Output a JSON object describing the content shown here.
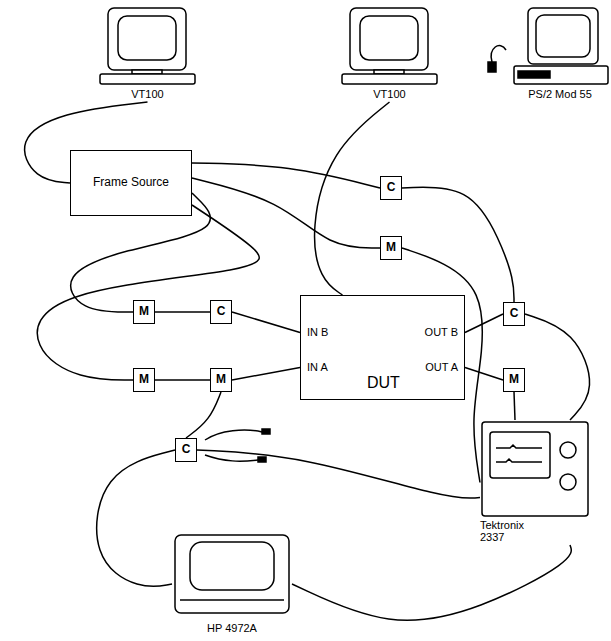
{
  "diagram": {
    "nodes": [
      {
        "text": [
          "VT100"
        ]
      },
      {
        "text": [
          "VT100"
        ]
      },
      {
        "text": [
          "PS/2 Mod 55"
        ]
      },
      {
        "text": [
          "Frame Source"
        ]
      },
      {
        "text": [
          "C"
        ]
      },
      {
        "text": [
          "M"
        ]
      },
      {
        "text": [
          "M"
        ]
      },
      {
        "text": [
          "C"
        ]
      },
      {
        "text": [
          "IN B",
          "OUT B",
          "IN A",
          "OUT A",
          "DUT"
        ]
      },
      {
        "text": [
          "C"
        ]
      },
      {
        "text": [
          "M"
        ]
      },
      {
        "text": [
          "M"
        ]
      },
      {
        "text": [
          "M"
        ]
      },
      {
        "text": [
          "C"
        ]
      },
      {
        "text": [
          "Tektronix 2337"
        ]
      },
      {
        "text": [
          "HP 4972A"
        ]
      }
    ],
    "edges": [
      {
        "from": 0,
        "to": 3,
        "arrow": "none"
      },
      {
        "from": 3,
        "to": 4,
        "arrow": "none"
      },
      {
        "from": 3,
        "to": 5,
        "arrow": "none"
      },
      {
        "from": 3,
        "to": 6,
        "arrow": "none"
      },
      {
        "from": 3,
        "to": 10,
        "arrow": "none"
      },
      {
        "from": 6,
        "to": 7,
        "arrow": "none"
      },
      {
        "from": 7,
        "to": 8,
        "arrow": "none"
      },
      {
        "from": 10,
        "to": 11,
        "arrow": "none"
      },
      {
        "from": 11,
        "to": 8,
        "arrow": "none"
      },
      {
        "from": 8,
        "to": 9,
        "arrow": "none"
      },
      {
        "from": 8,
        "to": 12,
        "arrow": "none"
      },
      {
        "from": 1,
        "to": 8,
        "arrow": "none"
      },
      {
        "from": 4,
        "to": 9,
        "arrow": "none"
      },
      {
        "from": 5,
        "to": 14,
        "arrow": "none"
      },
      {
        "from": 11,
        "to": 13,
        "arrow": "none"
      },
      {
        "from": 13,
        "to": 15,
        "arrow": "none"
      },
      {
        "from": 13,
        "to": 14,
        "arrow": "none"
      },
      {
        "from": 12,
        "to": 14,
        "arrow": "none"
      },
      {
        "from": 15,
        "to": 14,
        "arrow": "none"
      },
      {
        "from": 9,
        "to": 14,
        "arrow": "none"
      }
    ]
  }
}
